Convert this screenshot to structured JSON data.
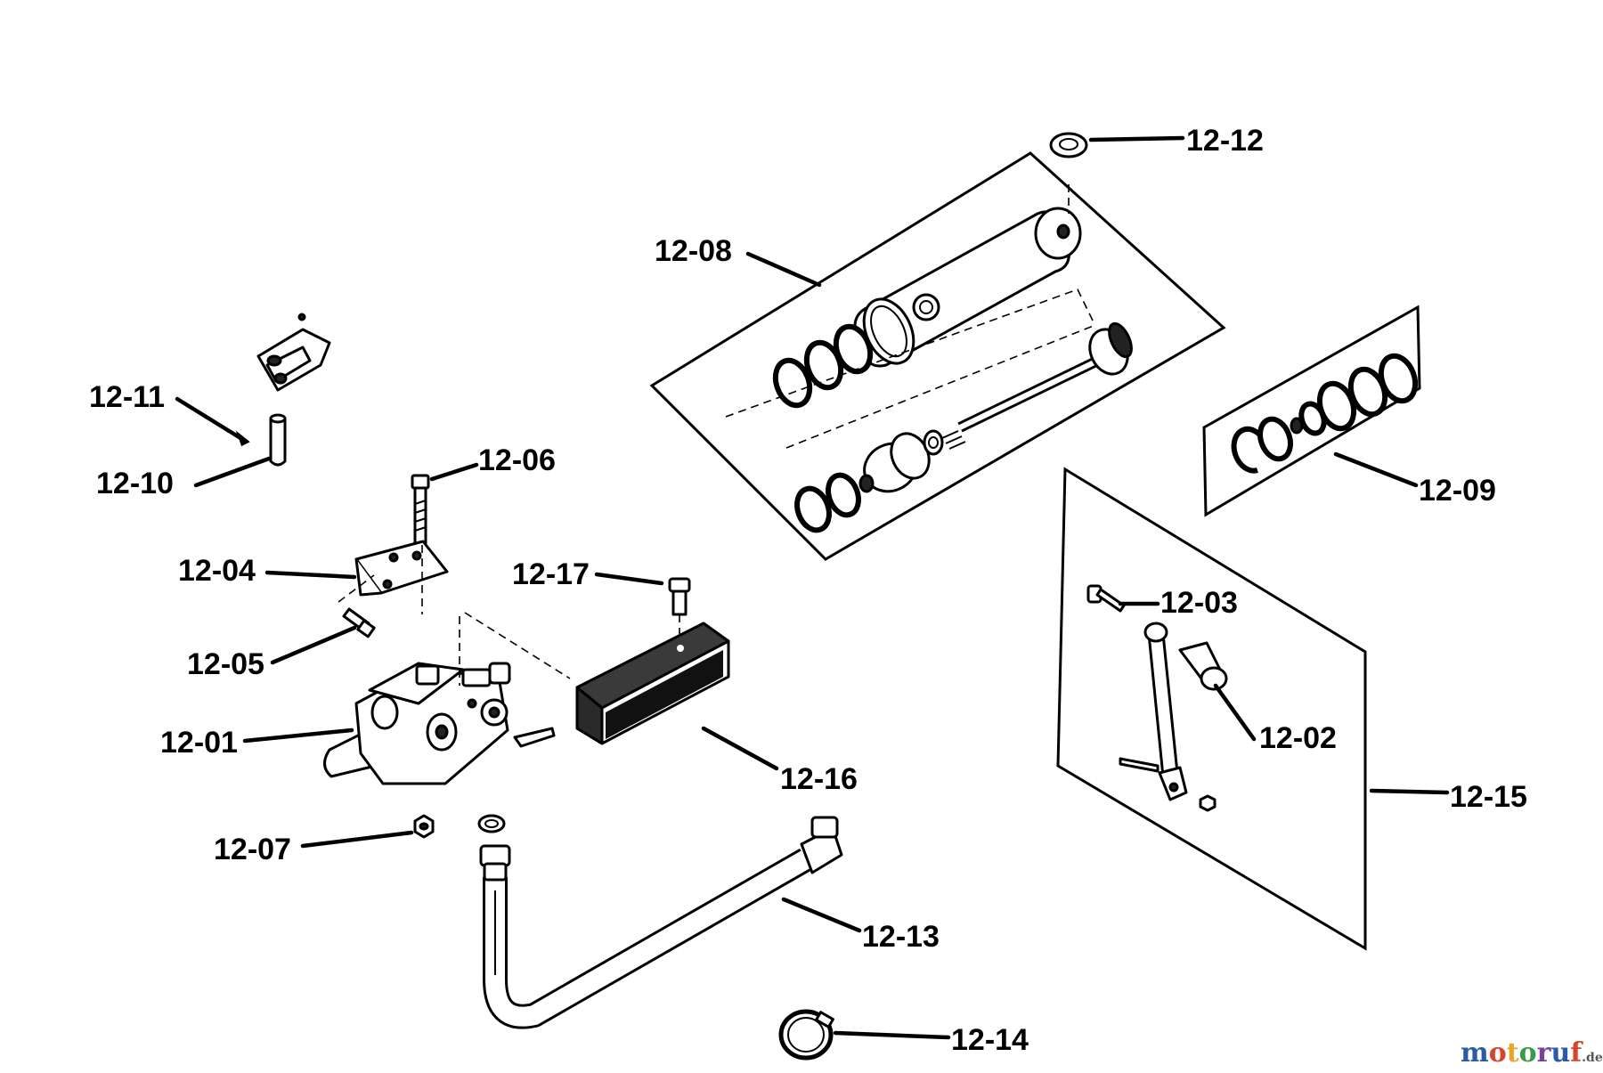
{
  "parts": [
    {
      "id": "p1201",
      "label": "12-01"
    },
    {
      "id": "p1202",
      "label": "12-02"
    },
    {
      "id": "p1203",
      "label": "12-03"
    },
    {
      "id": "p1204",
      "label": "12-04"
    },
    {
      "id": "p1205",
      "label": "12-05"
    },
    {
      "id": "p1206",
      "label": "12-06"
    },
    {
      "id": "p1207",
      "label": "12-07"
    },
    {
      "id": "p1208",
      "label": "12-08"
    },
    {
      "id": "p1209",
      "label": "12-09"
    },
    {
      "id": "p1210",
      "label": "12-10"
    },
    {
      "id": "p1211",
      "label": "12-11"
    },
    {
      "id": "p1212",
      "label": "12-12"
    },
    {
      "id": "p1213",
      "label": "12-13"
    },
    {
      "id": "p1214",
      "label": "12-14"
    },
    {
      "id": "p1215",
      "label": "12-15"
    },
    {
      "id": "p1216",
      "label": "12-16"
    },
    {
      "id": "p1217",
      "label": "12-17"
    }
  ],
  "watermark": {
    "text_main": "motoruf",
    "text_suffix": ".de",
    "colors": [
      "#2a5aa8",
      "#d6452b",
      "#e8a52a",
      "#3a9a4a",
      "#7a3fa0",
      "#2a5aa8",
      "#d6452b"
    ]
  }
}
